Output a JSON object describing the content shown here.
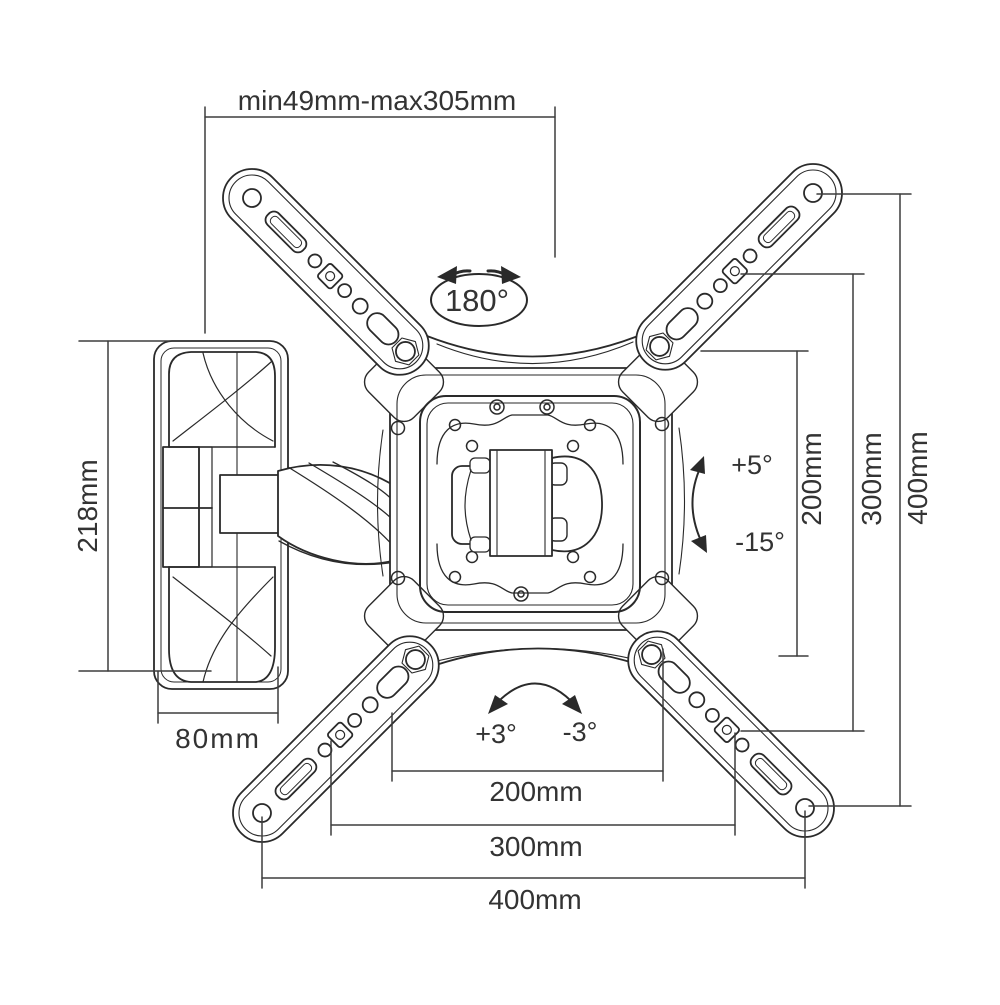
{
  "diagram": {
    "title": "TV wall mount bracket dimension drawing",
    "labels": {
      "extension_range": "min49mm-max305mm",
      "rotation": "180°",
      "tilt_up": "+5°",
      "tilt_down": "-15°",
      "swivel_left": "+3°",
      "swivel_right": "-3°",
      "wall_plate_height": "218mm",
      "wall_plate_width": "80mm",
      "vesa_bottom": [
        "200mm",
        "300mm",
        "400mm"
      ],
      "vesa_right": [
        "200mm",
        "300mm",
        "400mm"
      ]
    },
    "colors": {
      "line": "#2a2a2a",
      "dimension_line": "#3d3d3d",
      "text": "#333333",
      "background": "#ffffff"
    }
  }
}
